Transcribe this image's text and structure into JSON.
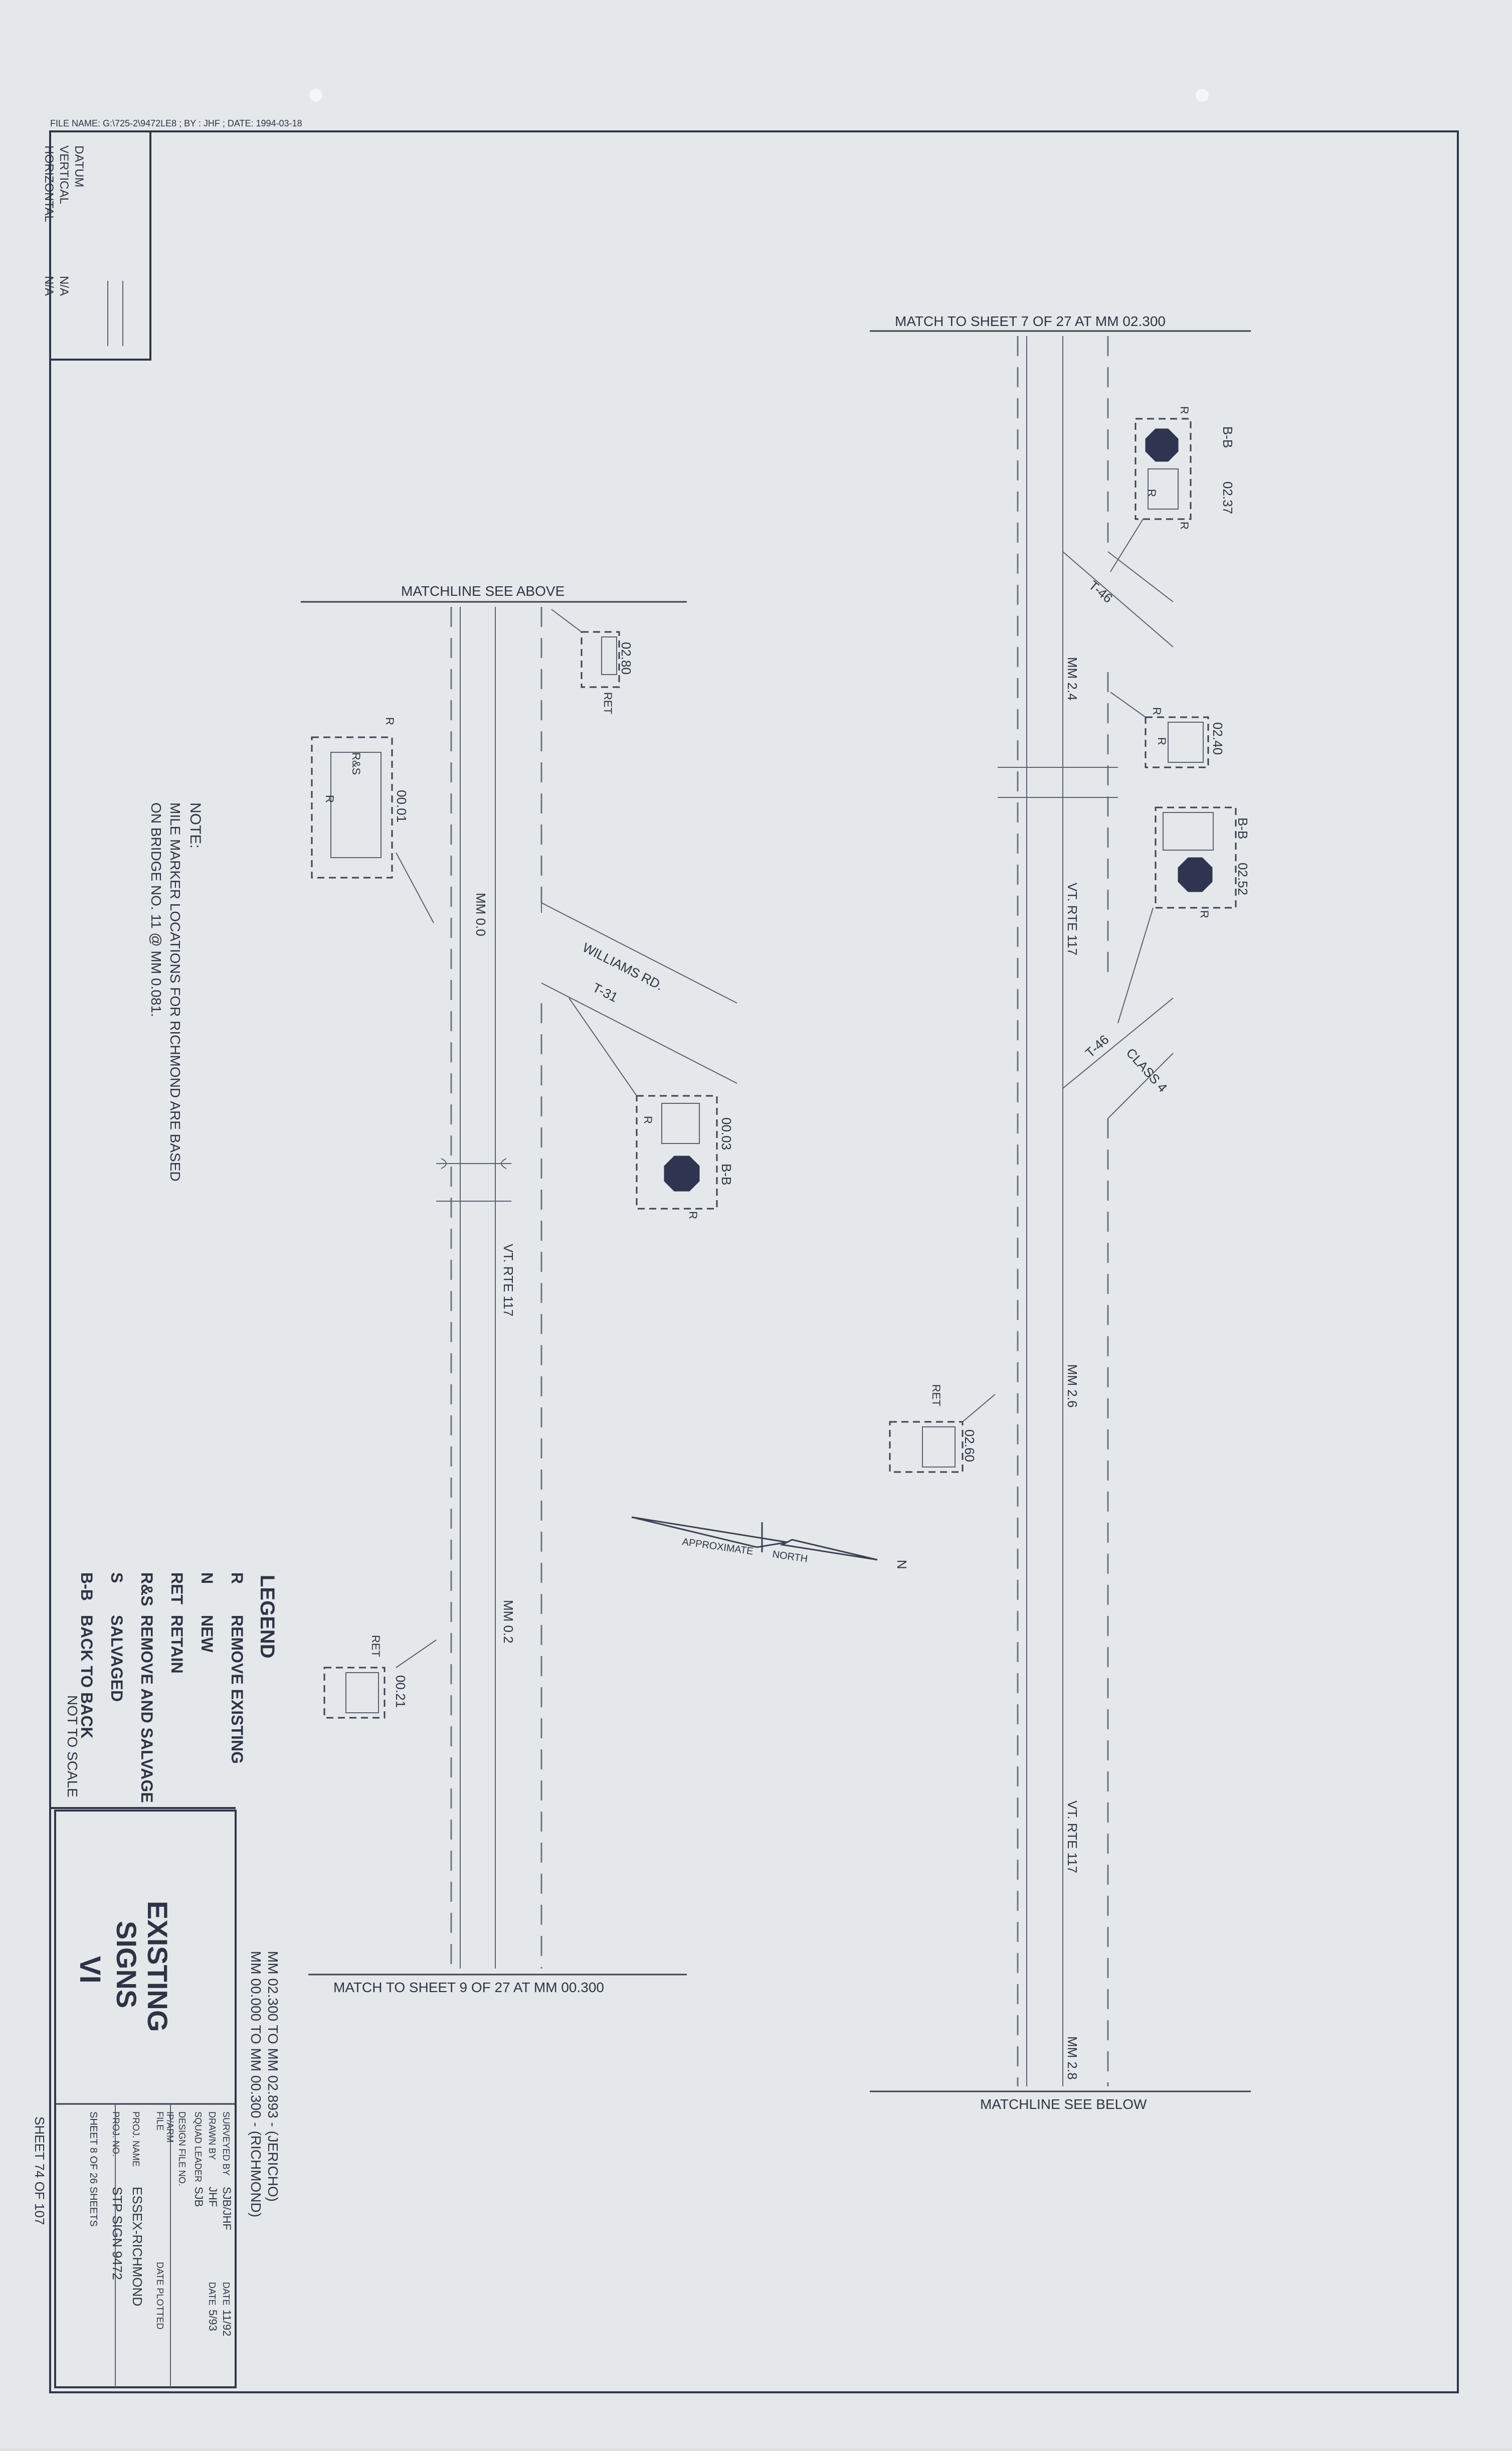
{
  "header": {
    "file_name": "FILE NAME: G:\\725-2\\9472LE8 ; BY : JHF ; DATE: 1994-03-18"
  },
  "datum": {
    "title": "DATUM",
    "vertical_label": "VERTICAL",
    "vertical_value": "N/A",
    "horizontal_label": "HORIZONTAL",
    "horizontal_value": "N/A"
  },
  "left_strip": {
    "matchline_top": "MATCHLINE SEE ABOVE",
    "matchline_bottom": "MATCH TO SHEET 9 OF 27 AT MM 00.300",
    "mm_0_0": "MM 0.0",
    "mm_0_2": "MM 0.2",
    "route_label": "VT. RTE 117",
    "road_name": "WILLIAMS RD.",
    "road_number": "T-31",
    "signs": [
      {
        "mm": "02.80",
        "action": "RET"
      },
      {
        "mm": "00.01",
        "action": "R&S",
        "action_b": "R"
      },
      {
        "mm": "00.03",
        "code": "B-B",
        "action": "R"
      },
      {
        "mm": "00.21",
        "action": "RET"
      }
    ]
  },
  "right_strip": {
    "matchline_top": "MATCH TO SHEET 7 OF 27 AT MM 02.300",
    "matchline_bottom": "MATCHLINE SEE BELOW",
    "mm_2_4": "MM 2.4",
    "mm_2_6": "MM 2.6",
    "mm_2_8": "MM 2.8",
    "route_label": "VT. RTE 117",
    "road_top": "T-46",
    "road_class_number": "T-46",
    "road_class": "CLASS 4",
    "signs": [
      {
        "mm": "02.37",
        "code": "B-B",
        "action": "R"
      },
      {
        "mm": "02.40",
        "action": "R"
      },
      {
        "mm": "02.52",
        "code": "B-B",
        "action": "R"
      },
      {
        "mm": "02.60",
        "action": "RET"
      }
    ]
  },
  "north_arrow": {
    "label_a": "APPROXIMATE",
    "label_b": "NORTH",
    "letter": "N"
  },
  "note": {
    "label": "NOTE:",
    "line1": "MILE MARKER LOCATIONS FOR RICHMOND ARE BASED",
    "line2": "ON BRIDGE NO. 11 @ MM 0.081."
  },
  "legend": {
    "title": "LEGEND",
    "items": [
      {
        "code": "R",
        "desc": "REMOVE EXISTING"
      },
      {
        "code": "N",
        "desc": "NEW"
      },
      {
        "code": "RET",
        "desc": "RETAIN"
      },
      {
        "code": "R&S",
        "desc": "REMOVE AND SALVAGE"
      },
      {
        "code": "S",
        "desc": "SALVAGED"
      },
      {
        "code": "B-B",
        "desc": "BACK TO BACK"
      }
    ],
    "scale_note": "NOT TO SCALE"
  },
  "title_block": {
    "title": "EXISTING",
    "subtitle": "SIGNS",
    "numeral": "VI",
    "range_1": "MM 02.300 TO MM 02.893 - (JERICHO)",
    "range_2": "MM 00.000 TO MM 00.300 - (RICHMOND)",
    "surveyed_by_label": "SURVEYED BY",
    "surveyed_by": "SJB/JHF",
    "date_label": "DATE",
    "date_1": "11/92",
    "drawn_by_label": "DRAWN BY",
    "drawn_by": "JHF",
    "date_2": "5/93",
    "squad_leader_label": "SQUAD LEADER",
    "squad_leader": "SJB",
    "design_file_label": "DESIGN FILE NO.",
    "ip_label": "IP/ARM",
    "file_label": "FILE",
    "date_plotted_label": "DATE PLOTTED",
    "proj_name_label": "PROJ. NAME",
    "proj_name": "ESSEX-RICHMOND",
    "proj_no_label": "PROJ. NO.",
    "proj_no": "STP SIGN 9472",
    "sheet_line": "SHEET 8 OF 26 SHEETS",
    "sheet_total": "SHEET 74 OF 107"
  }
}
